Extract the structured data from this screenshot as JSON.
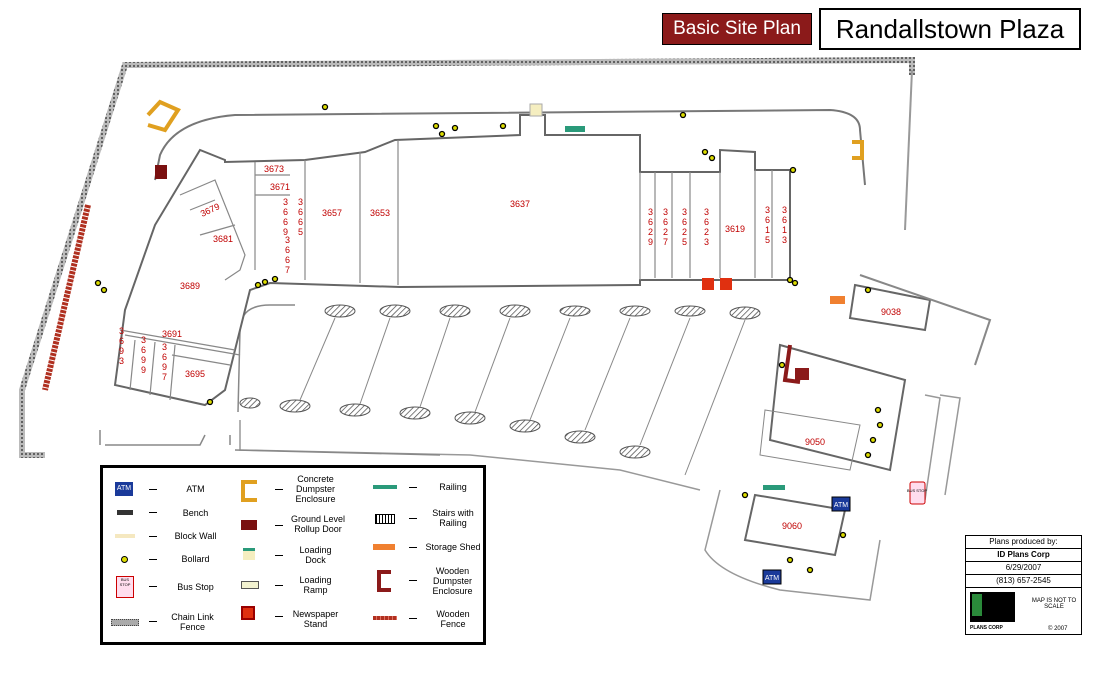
{
  "header": {
    "tag": "Basic Site Plan",
    "title": "Randallstown Plaza"
  },
  "units": {
    "u3673": "3673",
    "u3671": "3671",
    "u3679": "3679",
    "u3681": "3681",
    "u3689": "3689",
    "u3691": "3691",
    "u3695": "3695",
    "u3657": "3657",
    "u3653": "3653",
    "u3637": "3637",
    "u3619": "3619",
    "u9038": "9038",
    "u9050": "9050",
    "u9060": "9060",
    "v3669": [
      "3",
      "6",
      "6",
      "9"
    ],
    "v3665": [
      "3",
      "6",
      "6",
      "5"
    ],
    "v3667": [
      "3",
      "6",
      "6",
      "7"
    ],
    "v3629": [
      "3",
      "6",
      "2",
      "9"
    ],
    "v3627": [
      "3",
      "6",
      "2",
      "7"
    ],
    "v3625": [
      "3",
      "6",
      "2",
      "5"
    ],
    "v3623": [
      "3",
      "6",
      "2",
      "3"
    ],
    "v3615": [
      "3",
      "6",
      "1",
      "5"
    ],
    "v3613": [
      "3",
      "6",
      "1",
      "3"
    ],
    "v3693": [
      "3",
      "6",
      "9",
      "3"
    ],
    "v3699": [
      "3",
      "6",
      "9",
      "9"
    ],
    "v3697": [
      "3",
      "6",
      "9",
      "7"
    ]
  },
  "markers": {
    "atm1": "ATM",
    "atm2": "ATM",
    "bus": "BUS STOP"
  },
  "legend": {
    "atm": "ATM",
    "atm_icon": "ATM",
    "bench": "Bench",
    "block_wall": "Block Wall",
    "bollard": "Bollard",
    "bus_stop": "Bus Stop",
    "bus_icon": "BUS STOP",
    "chain_link": "Chain Link Fence",
    "concrete_dumpster": "Concrete Dumpster Enclosure",
    "rollup": "Ground Level Rollup Door",
    "loading_dock": "Loading Dock",
    "loading_ramp": "Loading Ramp",
    "newspaper": "Newspaper Stand",
    "railing": "Railing",
    "stairs": "Stairs with Railing",
    "storage": "Storage Shed",
    "wooden_dumpster": "Wooden Dumpster Enclosure",
    "wooden_fence": "Wooden Fence"
  },
  "credit": {
    "line1": "Plans produced by:",
    "line2": "ID Plans Corp",
    "line3": "6/29/2007",
    "line4": "(813) 657-2545",
    "note": "MAP IS NOT TO SCALE",
    "logo": "PLANS CORP",
    "copy": "© 2007"
  },
  "colors": {
    "label": "#c00000",
    "brick": "#8b1a1a",
    "dumpster": "#e0a020",
    "storage": "#f08030",
    "railing": "#2a9a7a",
    "atm": "#1a3a9a"
  }
}
